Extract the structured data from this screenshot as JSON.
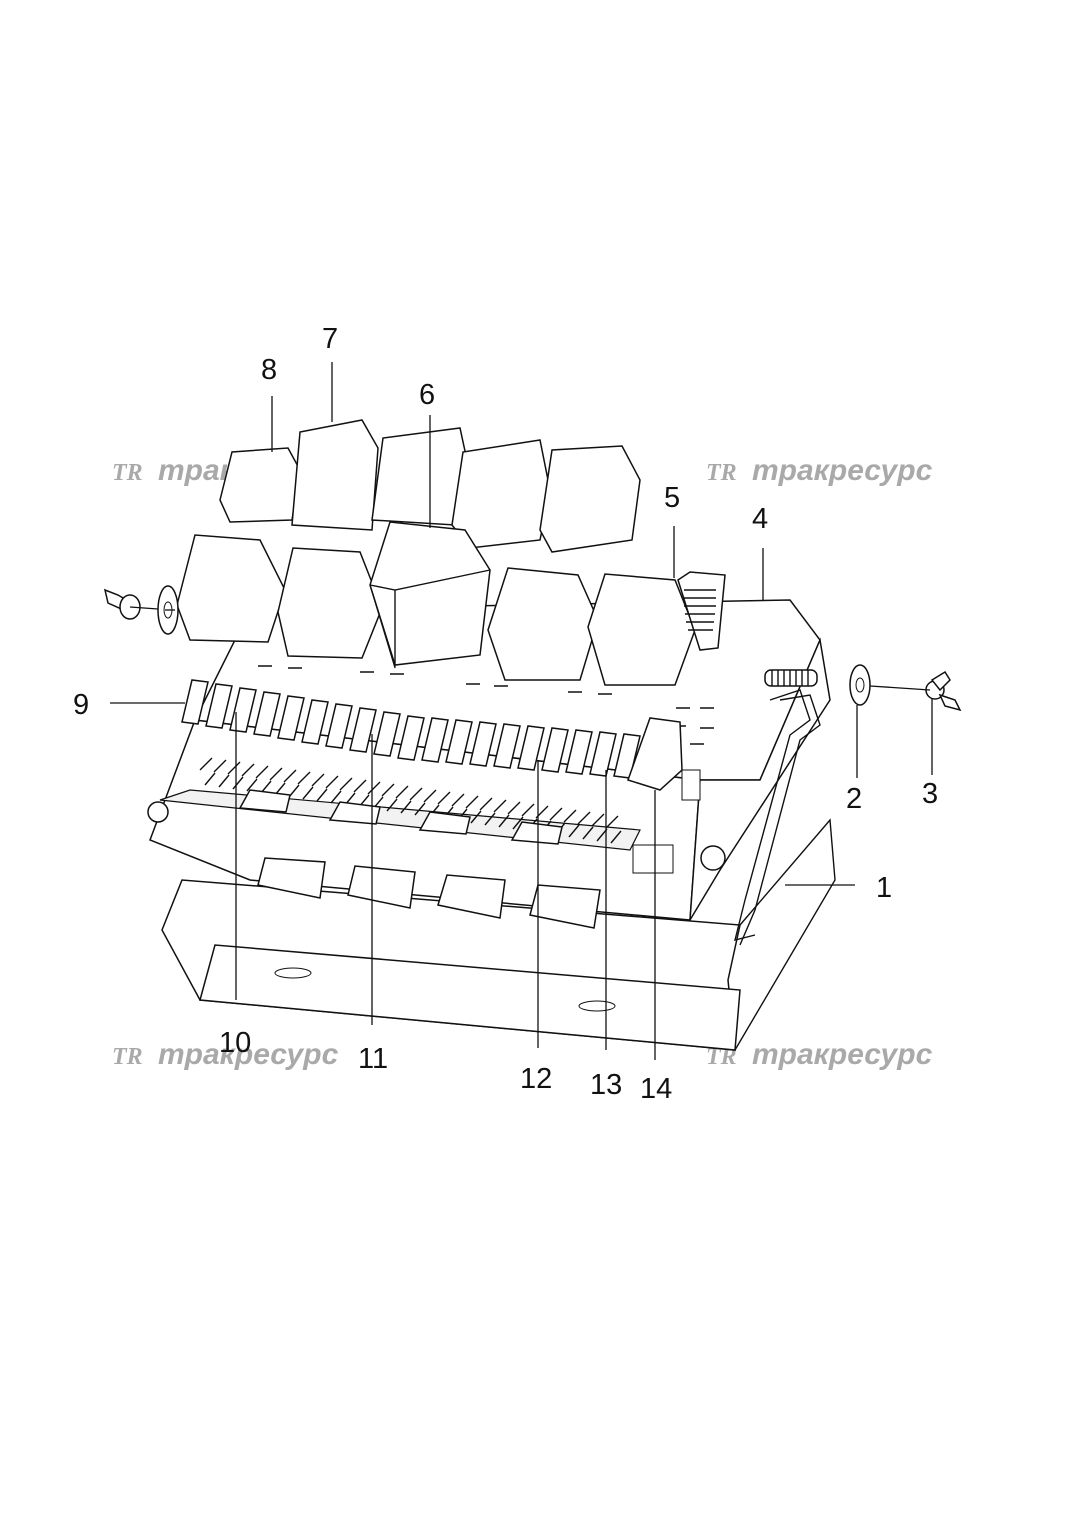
{
  "watermark": {
    "brand_text": "тракресурс",
    "logo_mark": "TR",
    "color": "#a9a9a9"
  },
  "callouts": [
    "1",
    "2",
    "3",
    "4",
    "5",
    "6",
    "7",
    "8",
    "9",
    "10",
    "11",
    "12",
    "13",
    "14"
  ],
  "colors": {
    "line": "#111111",
    "background": "#ffffff",
    "part_fill": "#ffffff"
  }
}
